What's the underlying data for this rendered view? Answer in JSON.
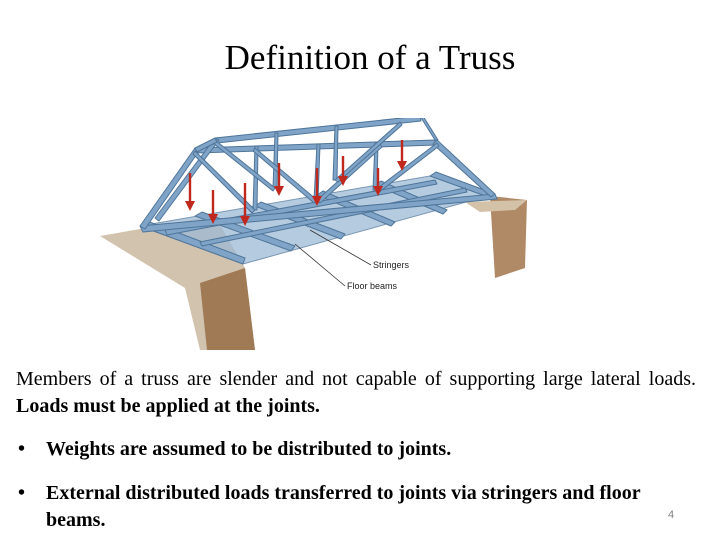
{
  "slide": {
    "title": "Definition of a Truss",
    "figure": {
      "labels": {
        "stringers": "Stringers",
        "floor_beams": "Floor beams"
      },
      "colors": {
        "truss": "#7fa4c8",
        "truss_dark": "#4f7599",
        "load_arrow": "#c0281e",
        "ground": "#c9b59c",
        "abutment": "#a07a55"
      }
    },
    "paragraph": {
      "text_plain": "Members of a truss are slender and not capable of supporting large lateral loads.",
      "text_bold": "Loads must be applied at the joints."
    },
    "bullets": [
      {
        "marker": "•",
        "text": "Weights are assumed to be distributed to joints."
      },
      {
        "marker": "•",
        "text": "External distributed loads transferred to joints via stringers and floor beams."
      }
    ],
    "page_number": "4"
  }
}
